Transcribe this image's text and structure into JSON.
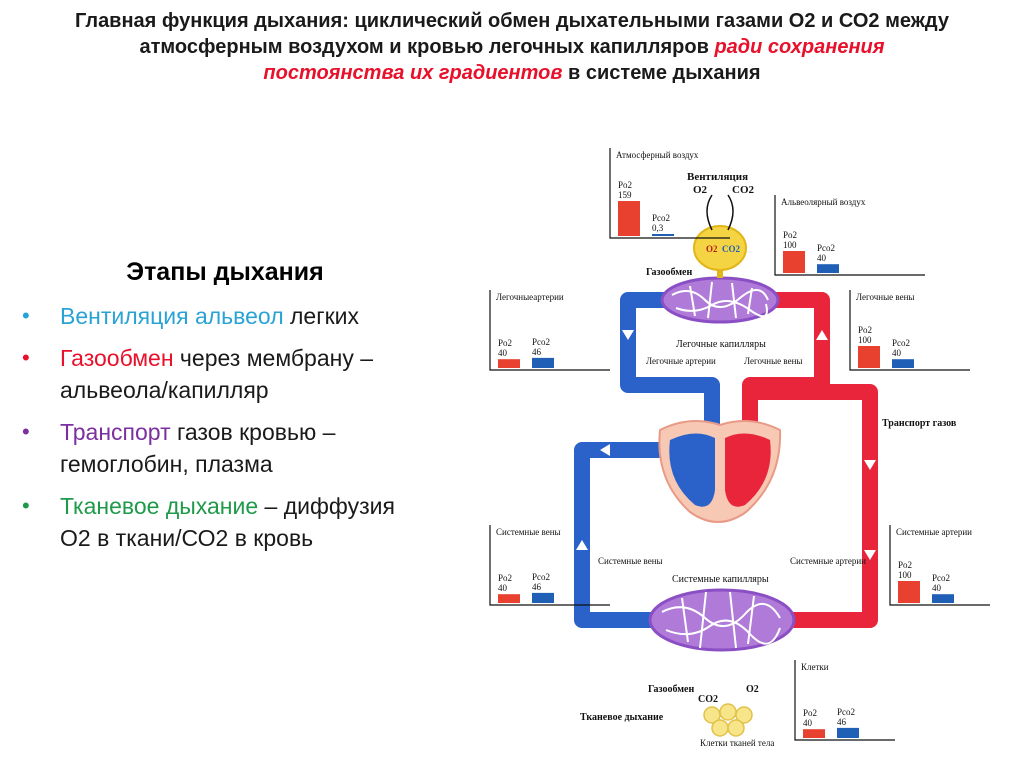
{
  "title": {
    "part1": "Главная функция дыхания: циклический обмен дыхательными газами О2 и СО2 между атмосферным воздухом и кровью легочных капилляров ",
    "highlight": "ради сохранения постоянства их градиентов",
    "part2": " в системе дыхания"
  },
  "stages": {
    "heading": "Этапы дыхания",
    "items": [
      {
        "term": "Вентиляция альвеол",
        "rest": " легких",
        "color": "#29a3d6"
      },
      {
        "term": "Газообмен",
        "rest": " через мембрану – альвеола/капилляр",
        "color": "#e8102a"
      },
      {
        "term": "Транспорт",
        "rest": " газов кровью – гемоглобин, плазма",
        "color": "#7b2fa0"
      },
      {
        "term": "Тканевое дыхание",
        "rest": " – диффузия О2 в ткани/СО2 в кровь",
        "color": "#1f9a4a"
      }
    ]
  },
  "diagram": {
    "labels": {
      "ventilation": "Вентиляция",
      "o2": "O2",
      "co2": "CO2",
      "gas_exchange_top": "Газообмен",
      "pulmonary_capillaries": "Легочные капилляры",
      "pulmonary_arteries": "Легочные артерии",
      "pulmonary_veins": "Легочные вены",
      "gas_transport": "Транспорт газов",
      "systemic_veins": "Системные вены",
      "systemic_arteries": "Системные артерии",
      "systemic_capillaries": "Системные капилляры",
      "gas_exchange_bottom": "Газообмен",
      "tissue_respiration": "Тканевое дыхание",
      "body_tissue_cells": "Клетки тканей тела",
      "bubble_o2": "O2",
      "bubble_co2": "CO2"
    },
    "boxes": [
      {
        "id": "atm",
        "title": "Атмосферный воздух",
        "po2_label": "Po2",
        "po2": "159",
        "pco2_label": "Pco2",
        "pco2": "0,3",
        "po2_level": 159,
        "pco2_level": 0.3
      },
      {
        "id": "alv",
        "title": "Альвеолярный воздух",
        "po2_label": "Po2",
        "po2": "100",
        "pco2_label": "Pco2",
        "pco2": "40",
        "po2_level": 100,
        "pco2_level": 40
      },
      {
        "id": "pa",
        "title": "Легочныеартерии",
        "po2_label": "Po2",
        "po2": "40",
        "pco2_label": "Pco2",
        "pco2": "46",
        "po2_level": 40,
        "pco2_level": 46
      },
      {
        "id": "pv",
        "title": "Легочные вены",
        "po2_label": "Po2",
        "po2": "100",
        "pco2_label": "Pco2",
        "pco2": "40",
        "po2_level": 100,
        "pco2_level": 40
      },
      {
        "id": "sv",
        "title": "Системные вены",
        "po2_label": "Po2",
        "po2": "40",
        "pco2_label": "Pco2",
        "pco2": "46",
        "po2_level": 40,
        "pco2_level": 46
      },
      {
        "id": "sa",
        "title": "Системные артерии",
        "po2_label": "Po2",
        "po2": "100",
        "pco2_label": "Pco2",
        "pco2": "40",
        "po2_level": 100,
        "pco2_level": 40
      },
      {
        "id": "cells",
        "title": "Клетки",
        "po2_label": "Po2",
        "po2": "40",
        "pco2_label": "Pco2",
        "pco2": "46",
        "po2_level": 40,
        "pco2_level": 46
      }
    ],
    "colors": {
      "oxygen": "#e8412f",
      "co2": "#1f5fb5",
      "artery": "#e8253a",
      "vein": "#2a62c9",
      "capillary": "#8a4fc4",
      "alveoli": "#f1c21b"
    }
  }
}
